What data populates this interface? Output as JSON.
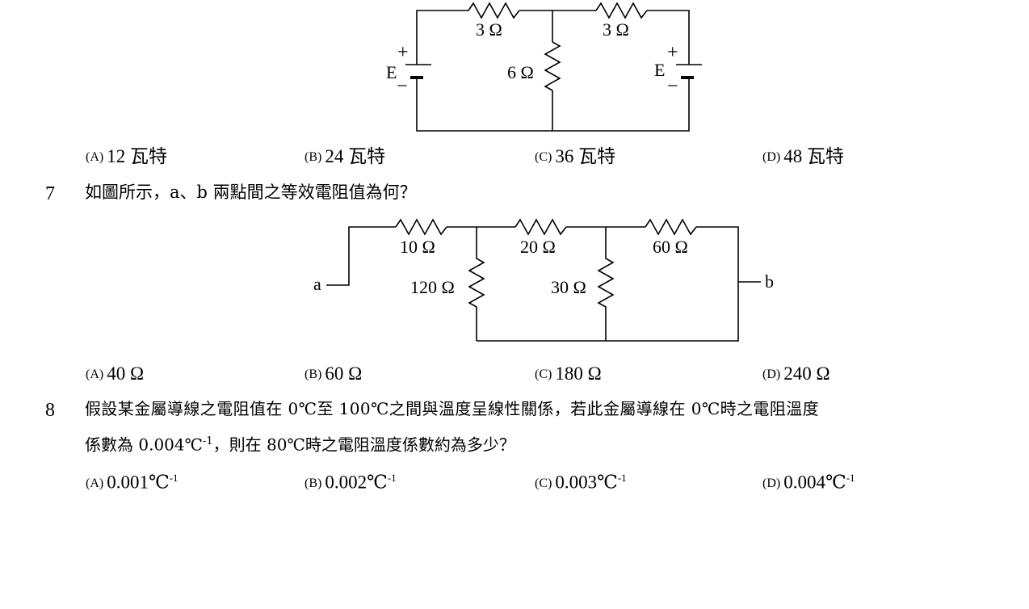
{
  "circuit1": {
    "r_left": "3 Ω",
    "r_right": "3 Ω",
    "r_middle": "6 Ω",
    "source_left": "E",
    "source_right": "E",
    "plus": "+",
    "minus": "−"
  },
  "q6_options": [
    {
      "letter": "(A)",
      "text": "12 瓦特"
    },
    {
      "letter": "(B)",
      "text": "24 瓦特"
    },
    {
      "letter": "(C)",
      "text": "36 瓦特"
    },
    {
      "letter": "(D)",
      "text": "48 瓦特"
    }
  ],
  "q7": {
    "number": "7",
    "text": "如圖所示，a、b 兩點間之等效電阻值為何？",
    "circuit": {
      "r1": "10 Ω",
      "r2": "20 Ω",
      "r3": "60 Ω",
      "r4": "120 Ω",
      "r5": "30 Ω",
      "node_a": "a",
      "node_b": "b"
    },
    "options": [
      {
        "letter": "(A)",
        "text": "40 Ω"
      },
      {
        "letter": "(B)",
        "text": "60 Ω"
      },
      {
        "letter": "(C)",
        "text": "180 Ω"
      },
      {
        "letter": "(D)",
        "text": "240 Ω"
      }
    ]
  },
  "q8": {
    "number": "8",
    "line1": "假設某金屬導線之電阻值在 0℃至 100℃之間與溫度呈線性關係，若此金屬導線在 0℃時之電阻溫度",
    "line2_a": "係數為 0.004℃",
    "line2_sup": "-1",
    "line2_b": "，則在 80℃時之電阻溫度係數約為多少？",
    "options": [
      {
        "letter": "(A)",
        "text": "0.001℃",
        "sup": "-1"
      },
      {
        "letter": "(B)",
        "text": "0.002℃",
        "sup": "-1"
      },
      {
        "letter": "(C)",
        "text": "0.003℃",
        "sup": "-1"
      },
      {
        "letter": "(D)",
        "text": "0.004℃",
        "sup": "-1"
      }
    ]
  }
}
